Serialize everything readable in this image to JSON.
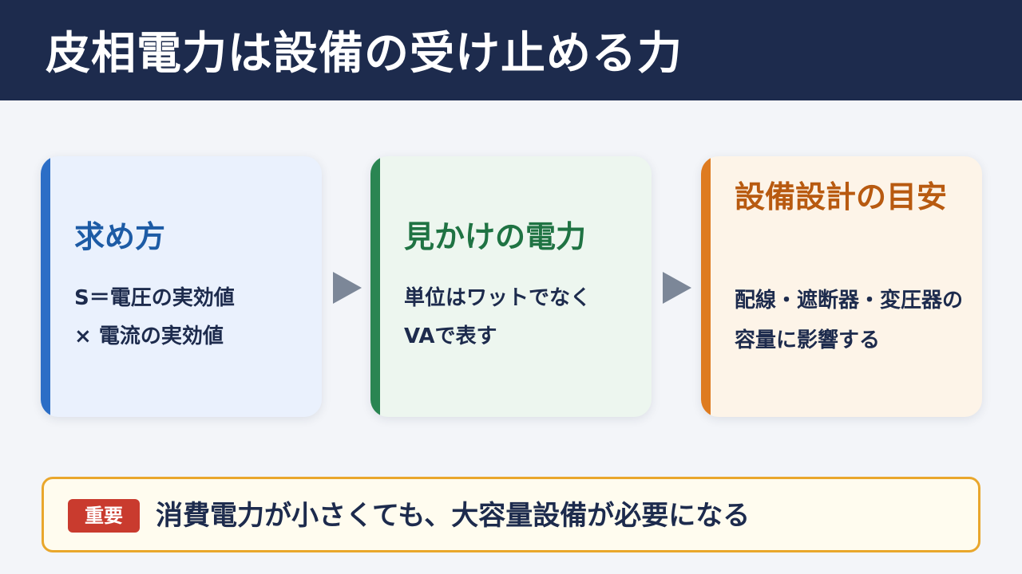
{
  "title": "皮相電力は設備の受け止める力",
  "steps": [
    {
      "heading": "求め方",
      "body": "S＝電圧の実効値\n× 電流の実効値",
      "accent": "#2c6ec6"
    },
    {
      "heading": "見かけの電力",
      "body": "単位はワットでなく\nVAで表す",
      "accent": "#2a8552"
    },
    {
      "heading": "設備設計の目安",
      "body": "配線・遮断器・変圧器の\n容量に影響する",
      "accent": "#de7b20"
    }
  ],
  "note": {
    "badge": "重要",
    "text": "消費電力が小さくても、大容量設備が必要になる"
  }
}
